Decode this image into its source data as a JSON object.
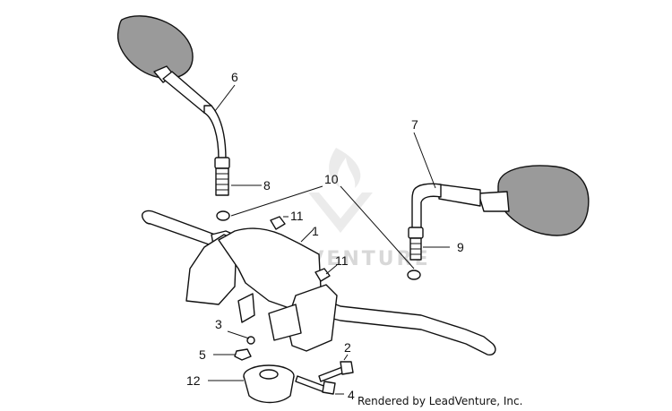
{
  "callouts": {
    "c1": "1",
    "c2": "2",
    "c3": "3",
    "c4": "4",
    "c5": "5",
    "c6": "6",
    "c7": "7",
    "c8": "8",
    "c9": "9",
    "c10": "10",
    "c11a": "11",
    "c11b": "11",
    "c12": "12"
  },
  "watermark": {
    "text": "LEADVENTURE"
  },
  "credit": {
    "text": "Rendered by LeadVenture, Inc."
  }
}
